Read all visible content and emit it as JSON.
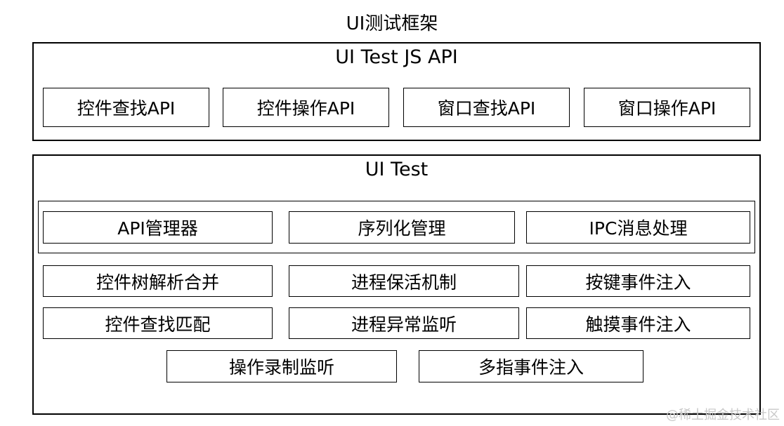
{
  "title": "UI测试框架",
  "js_api": {
    "heading": "UI Test JS API",
    "modules": [
      "控件查找API",
      "控件操作API",
      "窗口查找API",
      "窗口操作API"
    ]
  },
  "ui_test": {
    "heading": "UI Test",
    "core_row": [
      "API管理器",
      "序列化管理",
      "IPC消息处理"
    ],
    "row2": [
      "控件树解析合并",
      "进程保活机制",
      "按键事件注入"
    ],
    "row3": [
      "控件查找匹配",
      "进程异常监听",
      "触摸事件注入"
    ],
    "row4": [
      "操作录制监听",
      "多指事件注入"
    ]
  },
  "watermark": "@稀土掘金技术社区"
}
